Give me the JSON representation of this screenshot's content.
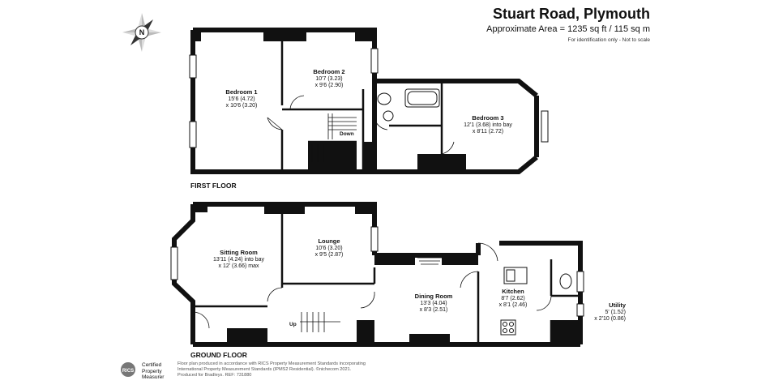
{
  "header": {
    "title": "Stuart Road, Plymouth",
    "area": "Approximate Area = 1235 sq ft / 115 sq m",
    "disclaimer": "For identification only - Not to scale"
  },
  "floors": {
    "first": "FIRST FLOOR",
    "ground": "GROUND FLOOR"
  },
  "rooms": {
    "bedroom1": {
      "name": "Bedroom 1",
      "dim1": "15'6 (4.72)",
      "dim2": "x 10'6 (3.20)"
    },
    "bedroom2": {
      "name": "Bedroom 2",
      "dim1": "10'7 (3.23)",
      "dim2": "x 9'6 (2.90)"
    },
    "bedroom3": {
      "name": "Bedroom 3",
      "dim1": "12'1 (3.68) into bay",
      "dim2": "x 8'11 (2.72)"
    },
    "sitting": {
      "name": "Sitting Room",
      "dim1": "13'11 (4.24) into bay",
      "dim2": "x 12' (3.66) max"
    },
    "lounge": {
      "name": "Lounge",
      "dim1": "10'6 (3.20)",
      "dim2": "x 9'5 (2.87)"
    },
    "dining": {
      "name": "Dining Room",
      "dim1": "13'3 (4.04)",
      "dim2": "x 8'3 (2.51)"
    },
    "kitchen": {
      "name": "Kitchen",
      "dim1": "8'7 (2.62)",
      "dim2": "x 8'1 (2.46)"
    },
    "utility": {
      "name": "Utility",
      "dim1": "5' (1.52)",
      "dim2": "x 2'10 (0.86)"
    }
  },
  "stairs": {
    "down": "Down",
    "up": "Up"
  },
  "footer": {
    "line1": "Floor plan produced in accordance with RICS Property Measurement Standards incorporating",
    "line2": "International Property Measurement Standards (IPMS2 Residential). ©nichecom 2021.",
    "line3": "Produced for Bradleys.  REF: 731880"
  },
  "rics": {
    "logo": "RICS",
    "line1": "Certified",
    "line2": "Property",
    "line3": "Measurer"
  },
  "compass": {
    "letter": "N"
  },
  "colors": {
    "wall": "#111111",
    "window": "#ffffff",
    "text": "#111111"
  }
}
